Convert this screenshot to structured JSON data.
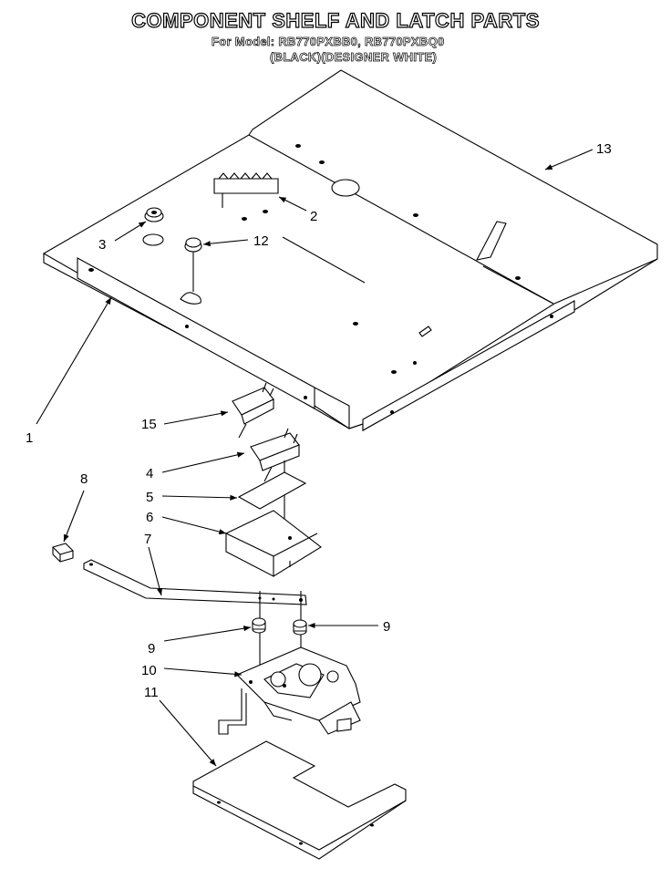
{
  "header": {
    "title": "COMPONENT SHELF AND LATCH PARTS",
    "model_line": "For Model: RB770PXBB0, RB770PXBQ0",
    "color_line": "(BLACK)(DESIGNER WHITE)"
  },
  "callouts": [
    "1",
    "2",
    "3",
    "4",
    "5",
    "6",
    "7",
    "8",
    "9",
    "9",
    "10",
    "11",
    "12",
    "13",
    "15"
  ]
}
